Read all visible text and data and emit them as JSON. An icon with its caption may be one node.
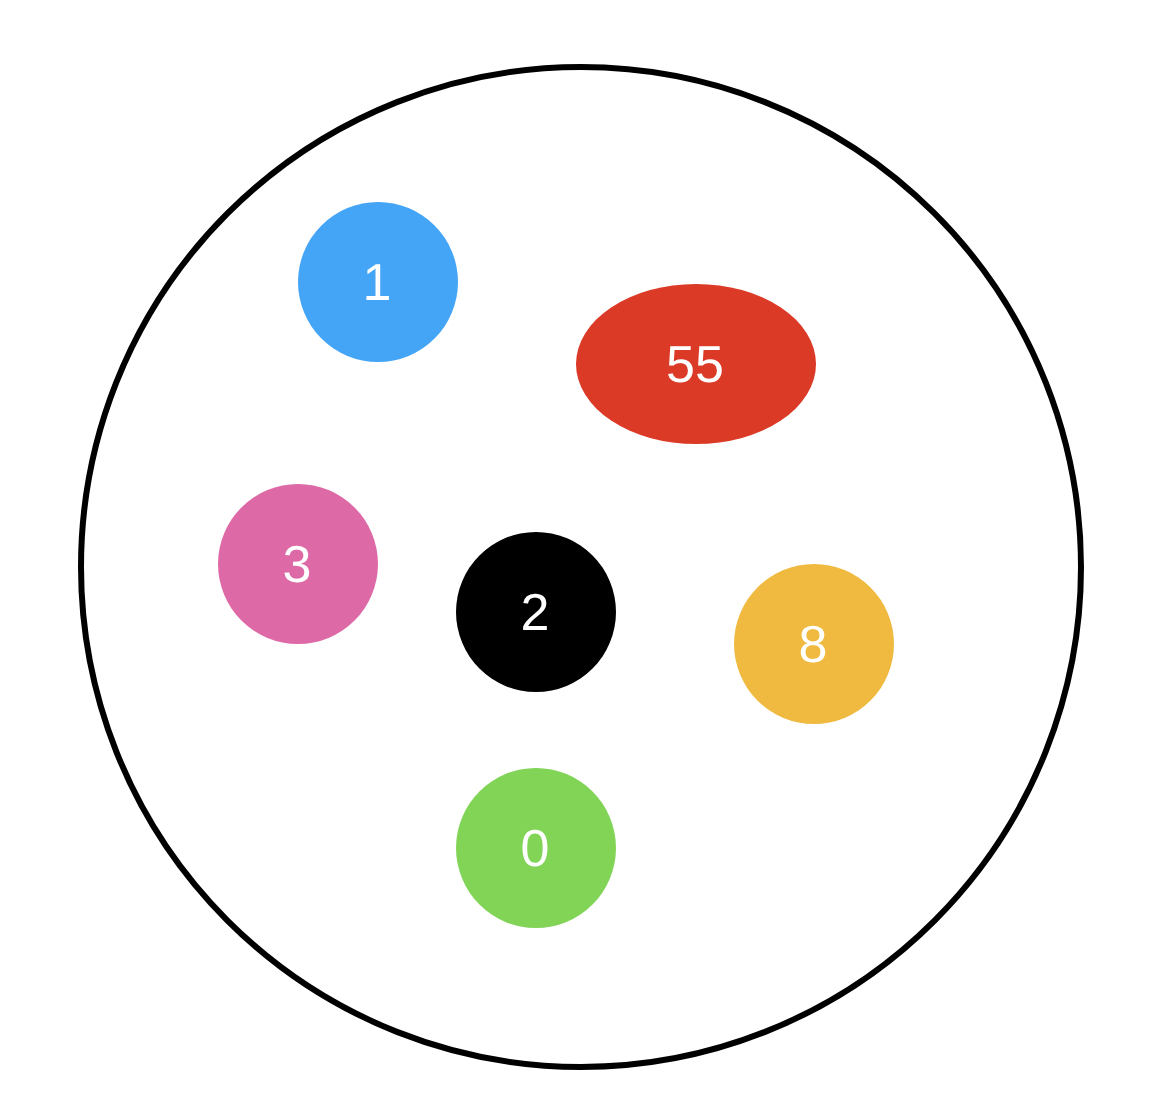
{
  "diagram": {
    "nodes": [
      {
        "text": [],
        "shape": "circle"
      },
      {
        "text": [
          "1"
        ],
        "in": 0
      },
      {
        "text": [
          "55"
        ],
        "in": 0
      },
      {
        "text": [
          "3"
        ],
        "in": 0
      },
      {
        "text": [
          "2"
        ],
        "in": 0
      },
      {
        "text": [
          "8"
        ],
        "in": 0
      },
      {
        "text": [
          "0"
        ],
        "in": 0
      }
    ]
  }
}
